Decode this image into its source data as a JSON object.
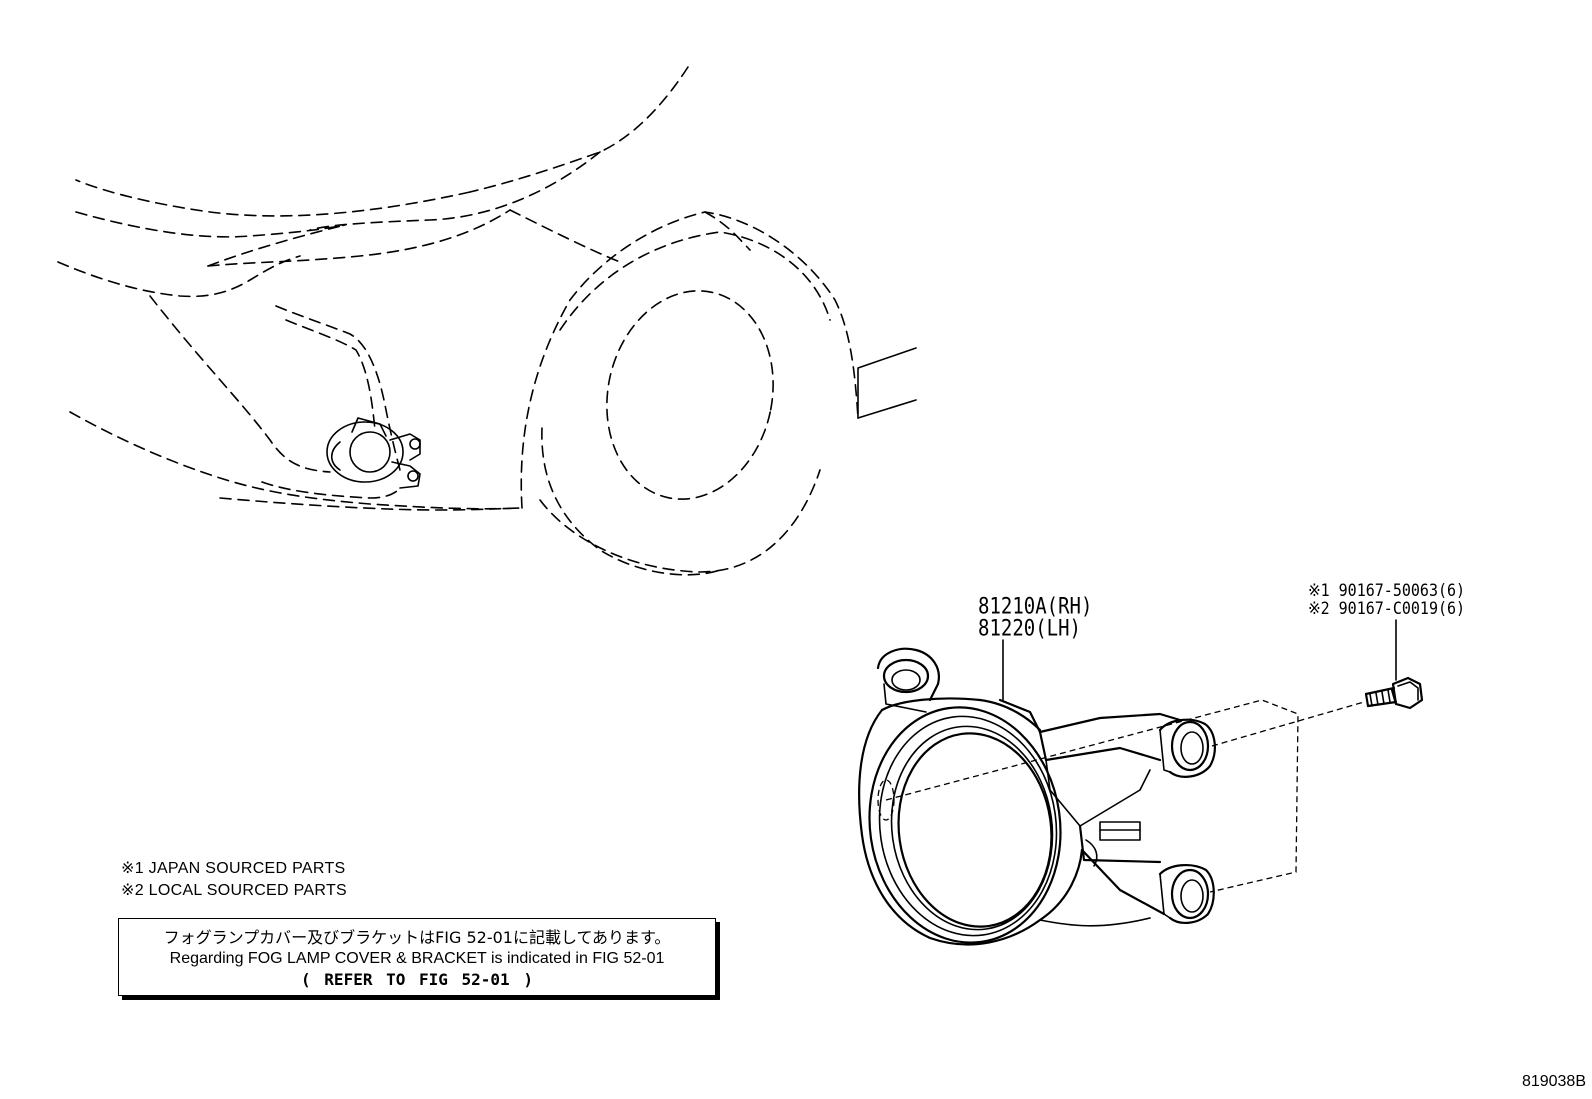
{
  "callouts": {
    "lamp_rh": "81210A(RH)",
    "lamp_lh": "81220(LH)",
    "bolt_1": "※1 90167-50063(6)",
    "bolt_2": "※2 90167-C0019(6)"
  },
  "notes": {
    "note_1": "※1 JAPAN SOURCED PARTS",
    "note_2": "※2 LOCAL SOURCED PARTS"
  },
  "notice_box": {
    "line_jp": "フォグランプカバー及びブラケットはFIG 52-01に記載してあります。",
    "line_en": "Regarding FOG LAMP COVER & BRACKET is indicated in FIG 52-01",
    "line_ref": "(  REFER TO FIG 52-01  )"
  },
  "figure_id": "819038B"
}
